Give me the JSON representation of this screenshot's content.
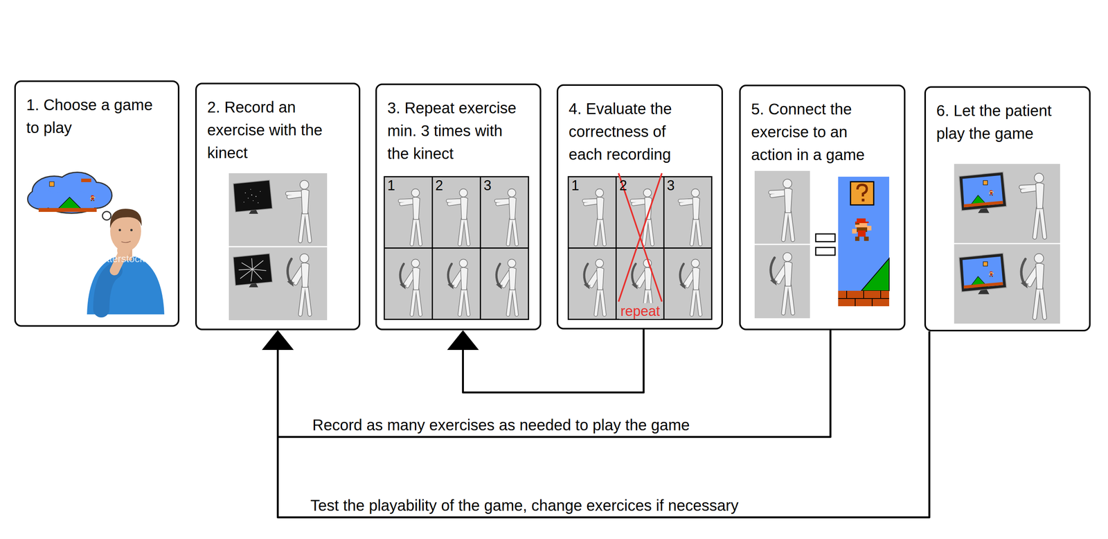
{
  "diagram": {
    "nodes": [
      {
        "text": [
          "1. Choose a game to play"
        ]
      },
      {
        "text": [
          "2. Record an exercise with the kinect"
        ]
      },
      {
        "text": [
          "3. Repeat exercise min. 3 times with the kinect"
        ]
      },
      {
        "text": [
          "4. Evaluate the correctness of each recording"
        ]
      },
      {
        "text": [
          "5. Connect the exercise to an action in a game"
        ]
      },
      {
        "text": [
          "6. Let the patient play the game"
        ]
      }
    ],
    "edges": [
      {
        "from": 3,
        "to": 2,
        "arrow": "to"
      },
      {
        "from": 4,
        "to": 1,
        "label": "Record as many exercises as needed to play the game",
        "arrow": "to"
      },
      {
        "from": 5,
        "to": 1,
        "label": "Test the playability of the game, change exercices if necessary",
        "arrow": "to"
      }
    ],
    "labels": [
      "shutterstock",
      "1",
      "2",
      "3",
      "1",
      "2",
      "3",
      "repeat"
    ]
  }
}
